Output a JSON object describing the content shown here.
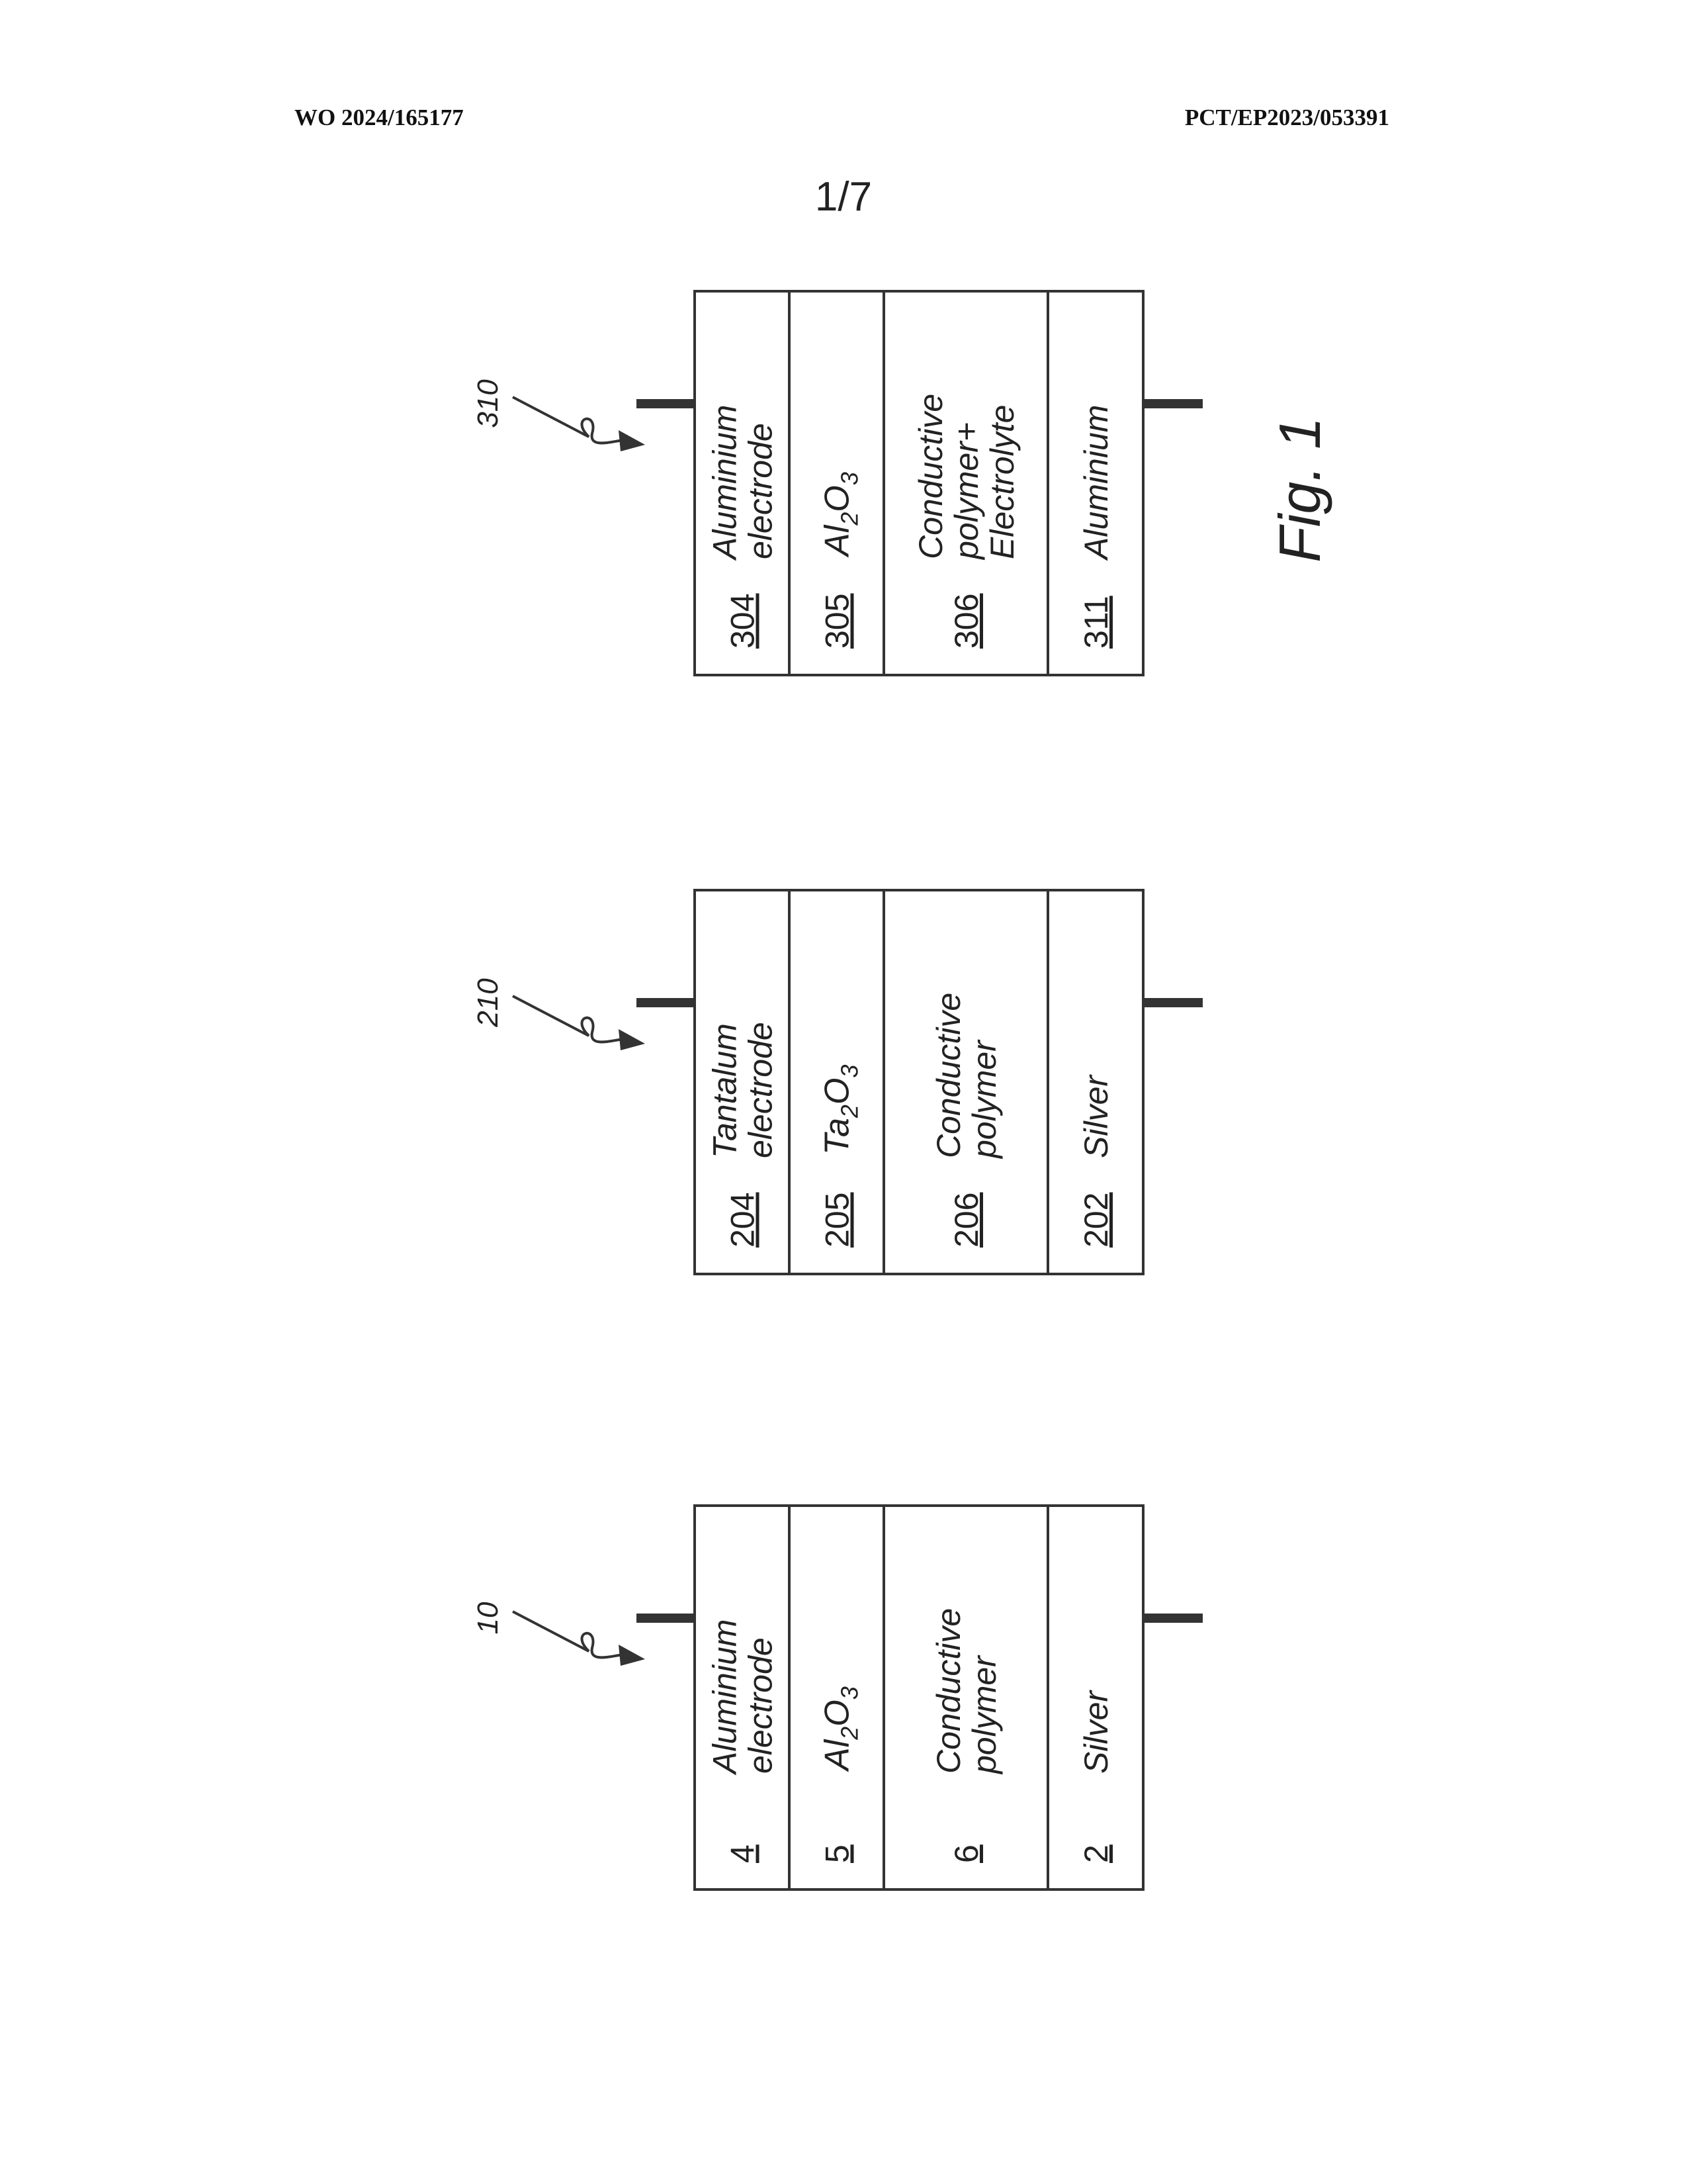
{
  "header": {
    "pub_number": "WO 2024/165177",
    "app_number": "PCT/EP2023/053391"
  },
  "sheet": "1/7",
  "figure_label": "Fig. 1",
  "devices": [
    {
      "ref": "10",
      "layers": [
        {
          "ref": "4",
          "line1": "Aluminium",
          "line2": "electrode"
        },
        {
          "ref": "5",
          "formula": {
            "a": "Al",
            "a_sub": "2",
            "b": "O",
            "b_sub": "3"
          }
        },
        {
          "ref": "6",
          "line1": "Conductive",
          "line2": "polymer"
        },
        {
          "ref": "2",
          "line1": "Silver"
        }
      ]
    },
    {
      "ref": "210",
      "layers": [
        {
          "ref": "204",
          "line1": "Tantalum",
          "line2": "electrode"
        },
        {
          "ref": "205",
          "formula": {
            "a": "Ta",
            "a_sub": "2",
            "b": "O",
            "b_sub": "3"
          }
        },
        {
          "ref": "206",
          "line1": "Conductive",
          "line2": "polymer"
        },
        {
          "ref": "202",
          "line1": "Silver"
        }
      ]
    },
    {
      "ref": "310",
      "layers": [
        {
          "ref": "304",
          "line1": "Aluminium",
          "line2": "electrode"
        },
        {
          "ref": "305",
          "formula": {
            "a": "Al",
            "a_sub": "2",
            "b": "O",
            "b_sub": "3"
          }
        },
        {
          "ref": "306",
          "line1": "Conductive",
          "line2": "polymer+",
          "line3": "Electrolyte"
        },
        {
          "ref": "311",
          "line1": "Aluminium"
        }
      ]
    }
  ]
}
